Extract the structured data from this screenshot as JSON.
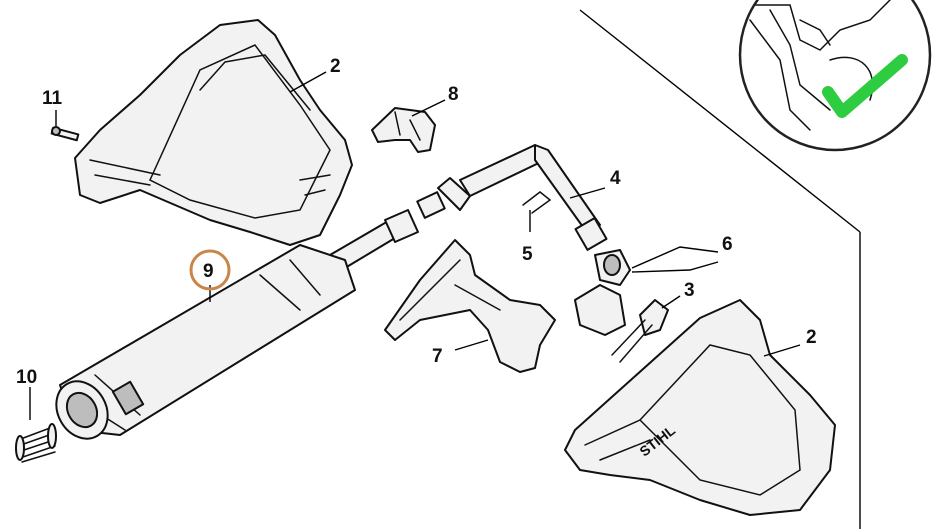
{
  "callouts": [
    {
      "id": "c11",
      "label": "11"
    },
    {
      "id": "c2a",
      "label": "2"
    },
    {
      "id": "c8",
      "label": "8"
    },
    {
      "id": "c4",
      "label": "4"
    },
    {
      "id": "c5",
      "label": "5"
    },
    {
      "id": "c6",
      "label": "6"
    },
    {
      "id": "c3",
      "label": "3"
    },
    {
      "id": "c2b",
      "label": "2"
    },
    {
      "id": "c9",
      "label": "9"
    },
    {
      "id": "c7",
      "label": "7"
    },
    {
      "id": "c10",
      "label": "10"
    }
  ],
  "highlighted_part": "9",
  "handle_brand_text": "STIHL",
  "colors": {
    "highlight_ring": "#c9864a",
    "checkmark": "#2ecc40",
    "outline": "#111111",
    "part_fill": "#f2f2f2"
  },
  "icons": {
    "check_badge": "check-icon"
  }
}
